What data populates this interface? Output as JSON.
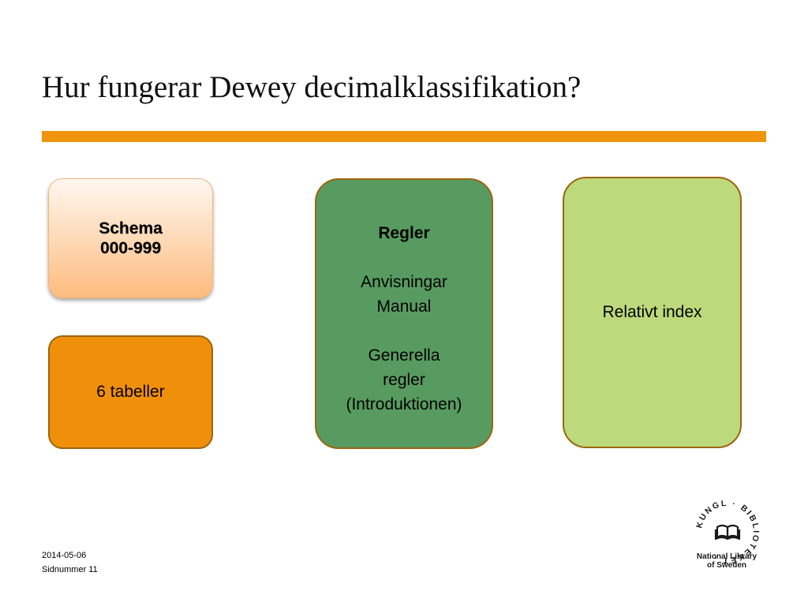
{
  "slide": {
    "title": "Hur fungerar Dewey decimalklassifikation?",
    "accent_color": "#f0940e"
  },
  "boxes": {
    "schema": {
      "line1": "Schema",
      "line2": "000-999"
    },
    "tabeller": {
      "label": "6 tabeller"
    },
    "regler": {
      "heading": "Regler",
      "line1": "Anvisningar",
      "line2": "Manual",
      "line3": "Generella",
      "line4": "regler",
      "line5": "(Introduktionen)"
    },
    "index": {
      "label": "Relativt index"
    }
  },
  "footer": {
    "date": "2014-05-06",
    "page": "Sidnummer  11"
  },
  "logo": {
    "icon": "kungl-biblioteket-seal-icon",
    "ring_text": "KUNGL · BIBLIOTEKET ·",
    "caption_line1": "National Library",
    "caption_line2": "of Sweden"
  }
}
